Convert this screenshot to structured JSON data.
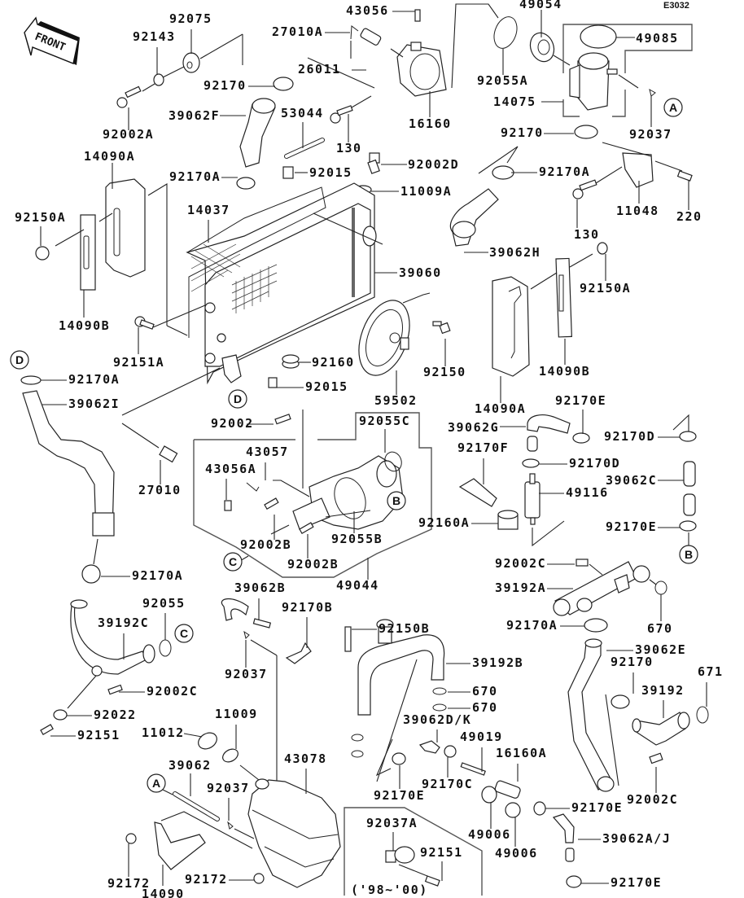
{
  "diagram": {
    "code": "E3032",
    "front_label": "FRONT",
    "note": "('98~'00)",
    "callouts": [
      "A",
      "B",
      "C",
      "D"
    ],
    "parts": [
      {
        "id": "92075"
      },
      {
        "id": "92143"
      },
      {
        "id": "92002A"
      },
      {
        "id": "92170"
      },
      {
        "id": "39062F"
      },
      {
        "id": "27010A"
      },
      {
        "id": "26011"
      },
      {
        "id": "43056"
      },
      {
        "id": "53044"
      },
      {
        "id": "130"
      },
      {
        "id": "16160"
      },
      {
        "id": "92055A"
      },
      {
        "id": "49054"
      },
      {
        "id": "49085"
      },
      {
        "id": "14075"
      },
      {
        "id": "92037"
      },
      {
        "id": "92170b"
      },
      {
        "id": "92170A"
      },
      {
        "id": "11048"
      },
      {
        "id": "220"
      },
      {
        "id": "130b"
      },
      {
        "id": "92002D"
      },
      {
        "id": "11009A"
      },
      {
        "id": "92015"
      },
      {
        "id": "14090A"
      },
      {
        "id": "92170Ab"
      },
      {
        "id": "14037"
      },
      {
        "id": "92150A"
      },
      {
        "id": "14090B"
      },
      {
        "id": "39060"
      },
      {
        "id": "39062H"
      },
      {
        "id": "92150Ab"
      },
      {
        "id": "14090Bb"
      },
      {
        "id": "92151A"
      },
      {
        "id": "92160"
      },
      {
        "id": "92015b"
      },
      {
        "id": "59502"
      },
      {
        "id": "92150"
      },
      {
        "id": "14090Ab"
      },
      {
        "id": "92170Ac"
      },
      {
        "id": "39062I"
      },
      {
        "id": "27010"
      },
      {
        "id": "92002"
      },
      {
        "id": "92055C"
      },
      {
        "id": "43057"
      },
      {
        "id": "43056A"
      },
      {
        "id": "92002B"
      },
      {
        "id": "92055B"
      },
      {
        "id": "92002Bb"
      },
      {
        "id": "49044"
      },
      {
        "id": "92170E"
      },
      {
        "id": "39062G"
      },
      {
        "id": "92170F"
      },
      {
        "id": "92170D"
      },
      {
        "id": "92170Db"
      },
      {
        "id": "49116"
      },
      {
        "id": "39062C"
      },
      {
        "id": "92160A"
      },
      {
        "id": "92170Eb"
      },
      {
        "id": "92002C"
      },
      {
        "id": "39192A"
      },
      {
        "id": "92170Ad"
      },
      {
        "id": "670"
      },
      {
        "id": "92170Ae"
      },
      {
        "id": "92055"
      },
      {
        "id": "39192C"
      },
      {
        "id": "92002Cb"
      },
      {
        "id": "92022"
      },
      {
        "id": "92151"
      },
      {
        "id": "39062B"
      },
      {
        "id": "92170B"
      },
      {
        "id": "92037b"
      },
      {
        "id": "92150B"
      },
      {
        "id": "39192B"
      },
      {
        "id": "670b"
      },
      {
        "id": "670c"
      },
      {
        "id": "39062E"
      },
      {
        "id": "92170c"
      },
      {
        "id": "671"
      },
      {
        "id": "39192"
      },
      {
        "id": "39062D/K"
      },
      {
        "id": "49019"
      },
      {
        "id": "16160A"
      },
      {
        "id": "92170C"
      },
      {
        "id": "92170Ec"
      },
      {
        "id": "92002Cc"
      },
      {
        "id": "92170Ed"
      },
      {
        "id": "11012"
      },
      {
        "id": "11009"
      },
      {
        "id": "39062"
      },
      {
        "id": "43078"
      },
      {
        "id": "92037c"
      },
      {
        "id": "92037A"
      },
      {
        "id": "92151b"
      },
      {
        "id": "49006"
      },
      {
        "id": "49006b"
      },
      {
        "id": "39062A/J"
      },
      {
        "id": "92172"
      },
      {
        "id": "14090"
      },
      {
        "id": "92172b"
      },
      {
        "id": "92170Ee"
      }
    ],
    "labels": [
      "92075",
      "92143",
      "92002A",
      "92170",
      "39062F",
      "27010A",
      "26011",
      "43056",
      "53044",
      "130",
      "16160",
      "92055A",
      "49054",
      "49085",
      "14075",
      "92037",
      "92170",
      "92170A",
      "11048",
      "220",
      "130",
      "92002D",
      "11009A",
      "92015",
      "14090A",
      "92170A",
      "14037",
      "92150A",
      "14090B",
      "39060",
      "39062H",
      "92150A",
      "14090B",
      "92151A",
      "92160",
      "92015",
      "59502",
      "92150",
      "14090A",
      "92170A",
      "39062I",
      "27010",
      "92002",
      "92055C",
      "43057",
      "43056A",
      "92002B",
      "92055B",
      "92002B",
      "49044",
      "92170E",
      "39062G",
      "92170F",
      "92170D",
      "92170D",
      "49116",
      "39062C",
      "92160A",
      "92170E",
      "92002C",
      "39192A",
      "92170A",
      "670",
      "92170A",
      "92055",
      "39192C",
      "92002C",
      "92022",
      "92151",
      "39062B",
      "92170B",
      "92037",
      "92150B",
      "39192B",
      "670",
      "670",
      "39062E",
      "92170",
      "671",
      "39192",
      "39062D/K",
      "49019",
      "16160A",
      "92170C",
      "92170E",
      "92002C",
      "92170E",
      "11012",
      "11009",
      "39062",
      "43078",
      "92037",
      "92037A",
      "92151",
      "49006",
      "49006",
      "39062A/J",
      "92172",
      "14090",
      "92172",
      "92170E"
    ]
  }
}
